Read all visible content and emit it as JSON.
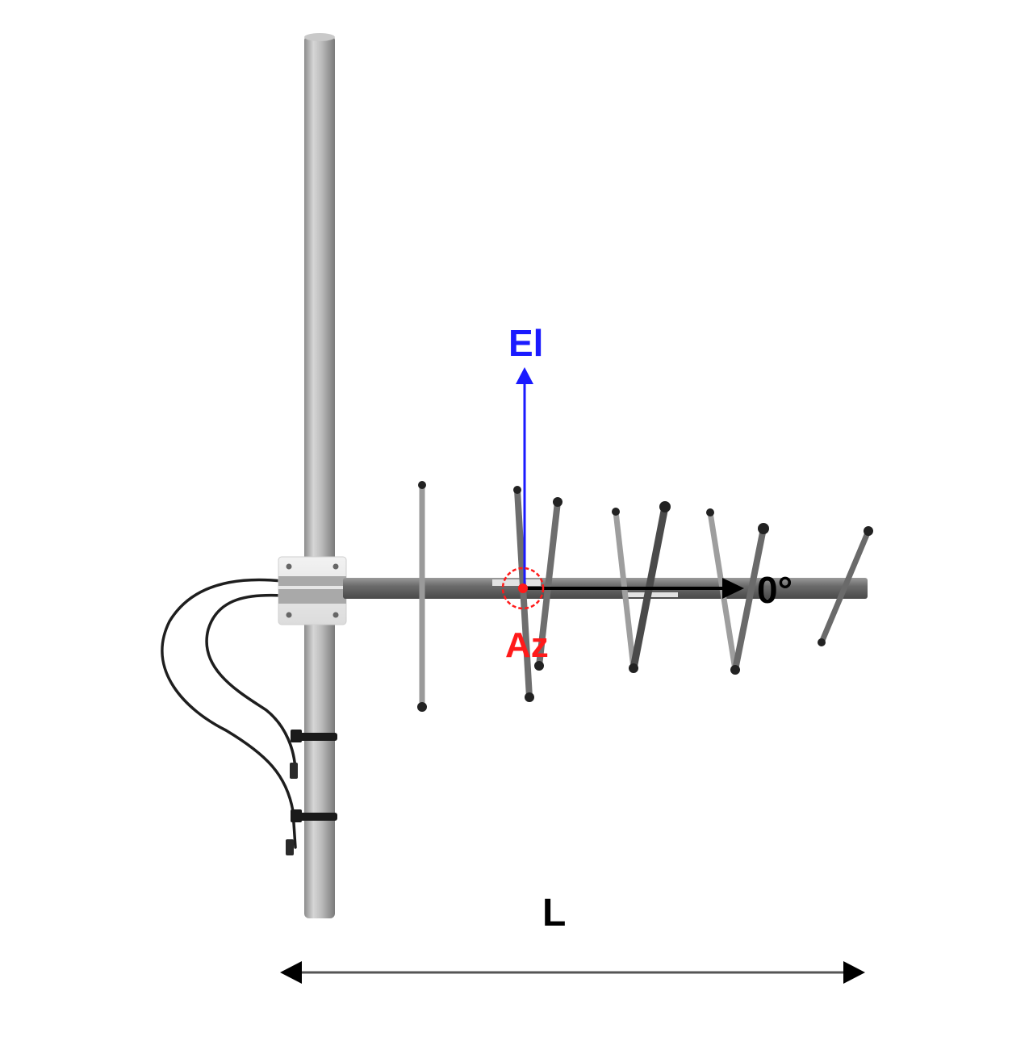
{
  "diagram": {
    "title": "Yagi antenna mounted on mast with azimuth/elevation reference",
    "labels": {
      "elevation": "El",
      "azimuth": "Az",
      "boresight": "0°",
      "length": "L"
    },
    "colors": {
      "elevation_axis": "#1a1aff",
      "azimuth_marker": "#ff1a1a",
      "boresight_arrow": "#000000",
      "dimension_line": "#000000",
      "mast": "#a8a8a8",
      "boom": "#6e6e6e",
      "elements": "#8a8a8a",
      "cable": "#1e1e1e",
      "background": "#ffffff"
    },
    "components": [
      {
        "name": "mast",
        "description": "vertical support pole"
      },
      {
        "name": "mounting-bracket",
        "description": "U-bolt clamp plate joining boom to mast"
      },
      {
        "name": "boom",
        "description": "horizontal antenna boom"
      },
      {
        "name": "reflector-element",
        "description": "rear straight element"
      },
      {
        "name": "driven-element",
        "description": "dual dipole elements near center"
      },
      {
        "name": "director-elements",
        "description": "angled V-shaped directors"
      },
      {
        "name": "coax-cables",
        "description": "two feed cables routed down mast with cable ties"
      }
    ]
  }
}
